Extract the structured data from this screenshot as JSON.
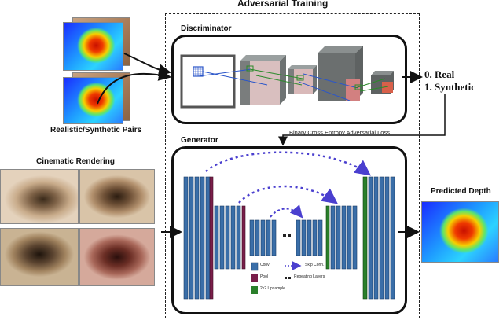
{
  "title": "Adversarial Training",
  "discriminator": {
    "label": "Discriminator",
    "outputs": [
      "0. Real",
      "1. Synthetic"
    ]
  },
  "loss_label": "Binary Cross Entropy Adversarial Loss",
  "generator": {
    "label": "Generator",
    "legend": [
      "Conv",
      "Skip Conn.",
      "Pool",
      "Repeating Layers",
      "2x2 Upsample"
    ]
  },
  "left": {
    "pairs_label": "Realistic/Synthetic Pairs",
    "rendering_label": "Cinematic Rendering"
  },
  "right": {
    "predicted_label": "Predicted Depth"
  },
  "colors": {
    "conv": "#2f6aa3",
    "pool": "#7a1e4a",
    "upsample": "#2a7f2a",
    "skip": "#4a3fcf"
  }
}
